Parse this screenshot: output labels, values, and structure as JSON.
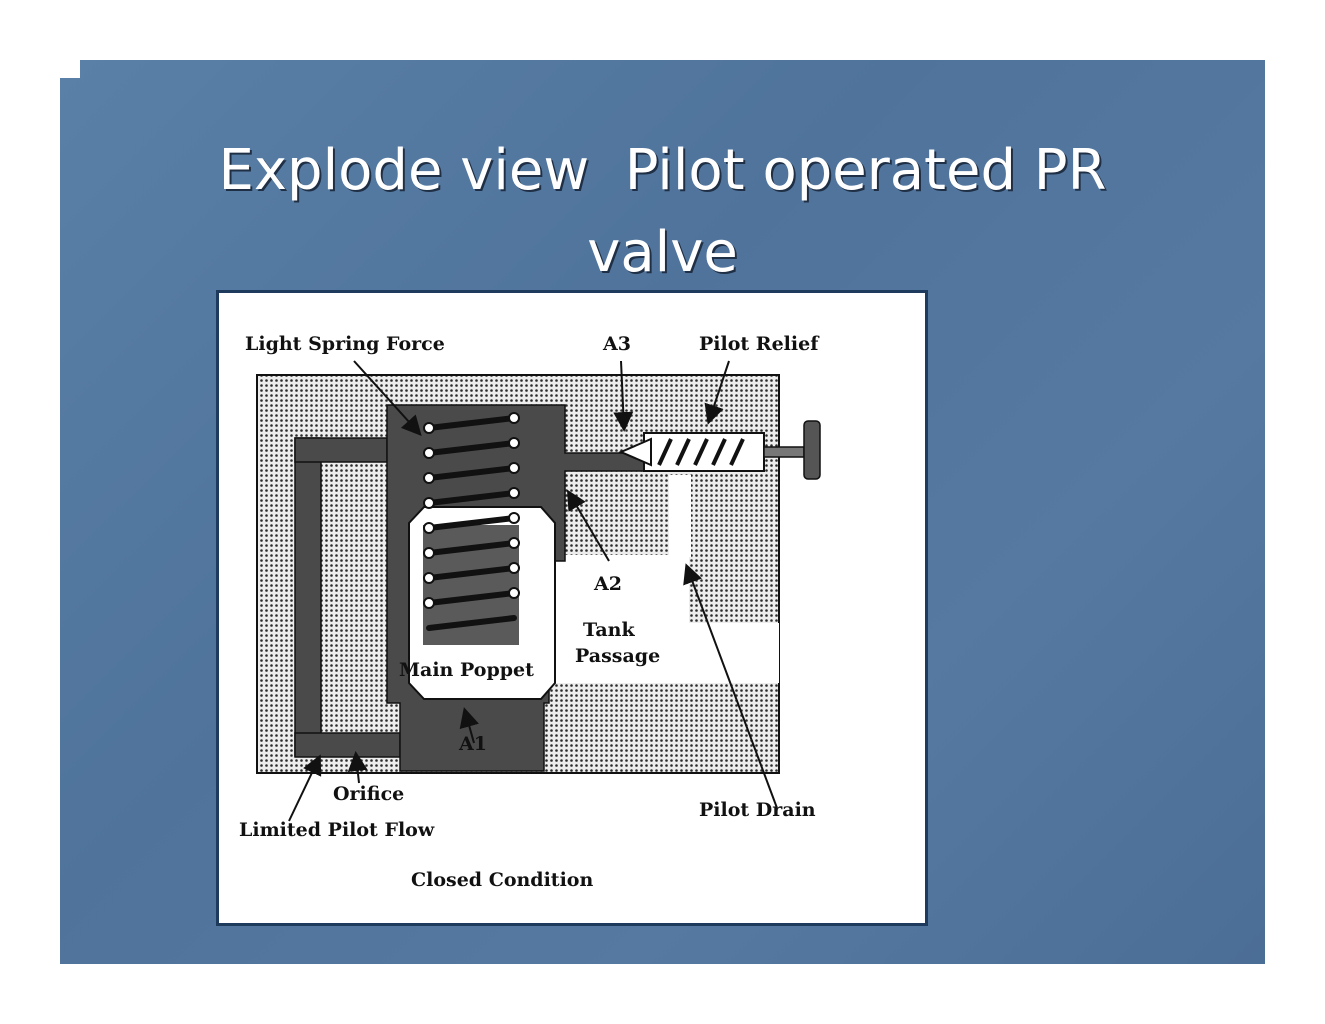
{
  "slide": {
    "title_line1": "Explode view  Pilot operated PR",
    "title_line2": "valve"
  },
  "diagram": {
    "labels": {
      "light_spring_force": "Light Spring Force",
      "a3": "A3",
      "pilot_relief": "Pilot Relief",
      "a2": "A2",
      "tank": "Tank",
      "passage": "Passage",
      "main_poppet": "Main Poppet",
      "a1": "A1",
      "orifice": "Orifice",
      "limited_pilot_flow": "Limited Pilot Flow",
      "pilot_drain": "Pilot Drain",
      "closed_condition": "Closed Condition"
    }
  },
  "colors": {
    "slide_bg": "#5579a1",
    "title_text": "#ffffff",
    "figure_border": "#1e3a5c"
  }
}
